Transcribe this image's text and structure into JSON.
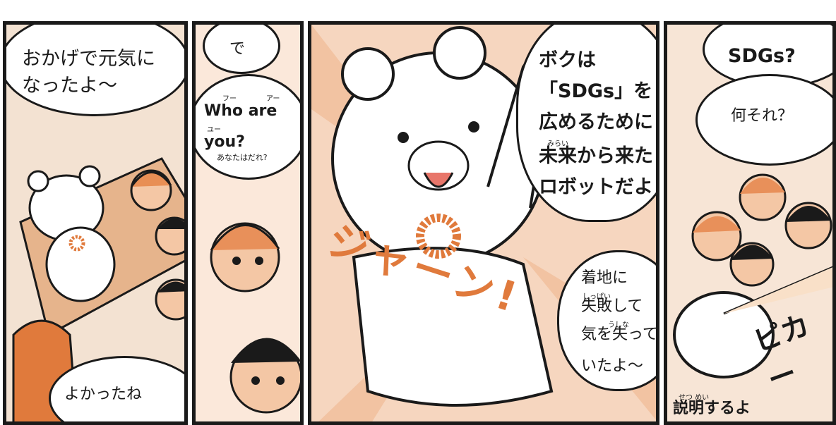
{
  "panel1": {
    "top_bubble": [
      "おかげで元気に",
      "なったよ～"
    ],
    "bottom_bubble": "よかったね"
  },
  "panel2": {
    "bubble_de": "で",
    "ruby_who": "フー",
    "ruby_are": "アー",
    "line1": "Who are",
    "ruby_you": "ユー",
    "line2": "you?",
    "small": "あなたはだれ?"
  },
  "panel3": {
    "main_bubble": [
      "ボクは",
      "「SDGs」を",
      "広めるために",
      "未来から来た",
      "ロボットだよ"
    ],
    "ruby_mirai": "みらい",
    "sfx": "ジャーン!",
    "thought_lines": [
      "着地に",
      "失敗して",
      "気を失って",
      "いたよ～"
    ],
    "ruby_shippai": "しっぱい",
    "ruby_ushina": "うしな"
  },
  "panel4": {
    "bubble_line1": "SDGs?",
    "bubble_line2": "何それ？",
    "caption": "説明するよ",
    "ruby_setsumei": "せつ めい",
    "sfx": "ピカー"
  },
  "colors": {
    "orange": "#e07a3c",
    "peach": "#f6d6bf",
    "ink": "#1a1a1a"
  }
}
